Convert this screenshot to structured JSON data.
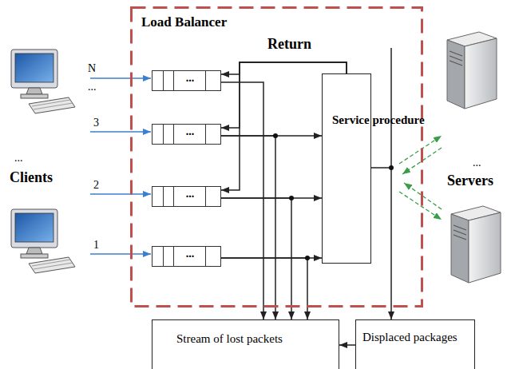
{
  "diagram": {
    "nodes": [
      {
        "text": [
          "Load Balancer"
        ]
      },
      {
        "text": [
          "..."
        ],
        "in": 0
      },
      {
        "text": [
          "..."
        ],
        "in": 0
      },
      {
        "text": [
          "..."
        ],
        "in": 0
      },
      {
        "text": [
          "..."
        ],
        "in": 0
      },
      {
        "text": [
          "Service procedure"
        ],
        "in": 0
      },
      {
        "text": [
          "Stream of lost packets"
        ]
      },
      {
        "text": [
          "Displaced packages"
        ]
      }
    ],
    "edges": [
      {
        "from": 2,
        "to": 5,
        "arrow": "to"
      },
      {
        "from": 3,
        "to": 5,
        "arrow": "to"
      },
      {
        "from": 4,
        "to": 5,
        "arrow": "to"
      },
      {
        "from": 5,
        "to": 1,
        "arrow": "to"
      },
      {
        "from": 5,
        "to": 2,
        "arrow": "to"
      },
      {
        "from": 5,
        "to": 3,
        "arrow": "to"
      },
      {
        "from": 1,
        "to": 6,
        "arrow": "to"
      },
      {
        "from": 2,
        "to": 6,
        "arrow": "to"
      },
      {
        "from": 3,
        "to": 6,
        "arrow": "to"
      },
      {
        "from": 4,
        "to": 6,
        "arrow": "to"
      },
      {
        "from": 5,
        "to": 7,
        "arrow": "to"
      },
      {
        "from": 7,
        "to": 6,
        "arrow": "to"
      }
    ],
    "labels": [
      "Return",
      "N",
      "...",
      "3",
      "2",
      "1",
      "...",
      "Clients",
      "...",
      "Servers"
    ]
  }
}
